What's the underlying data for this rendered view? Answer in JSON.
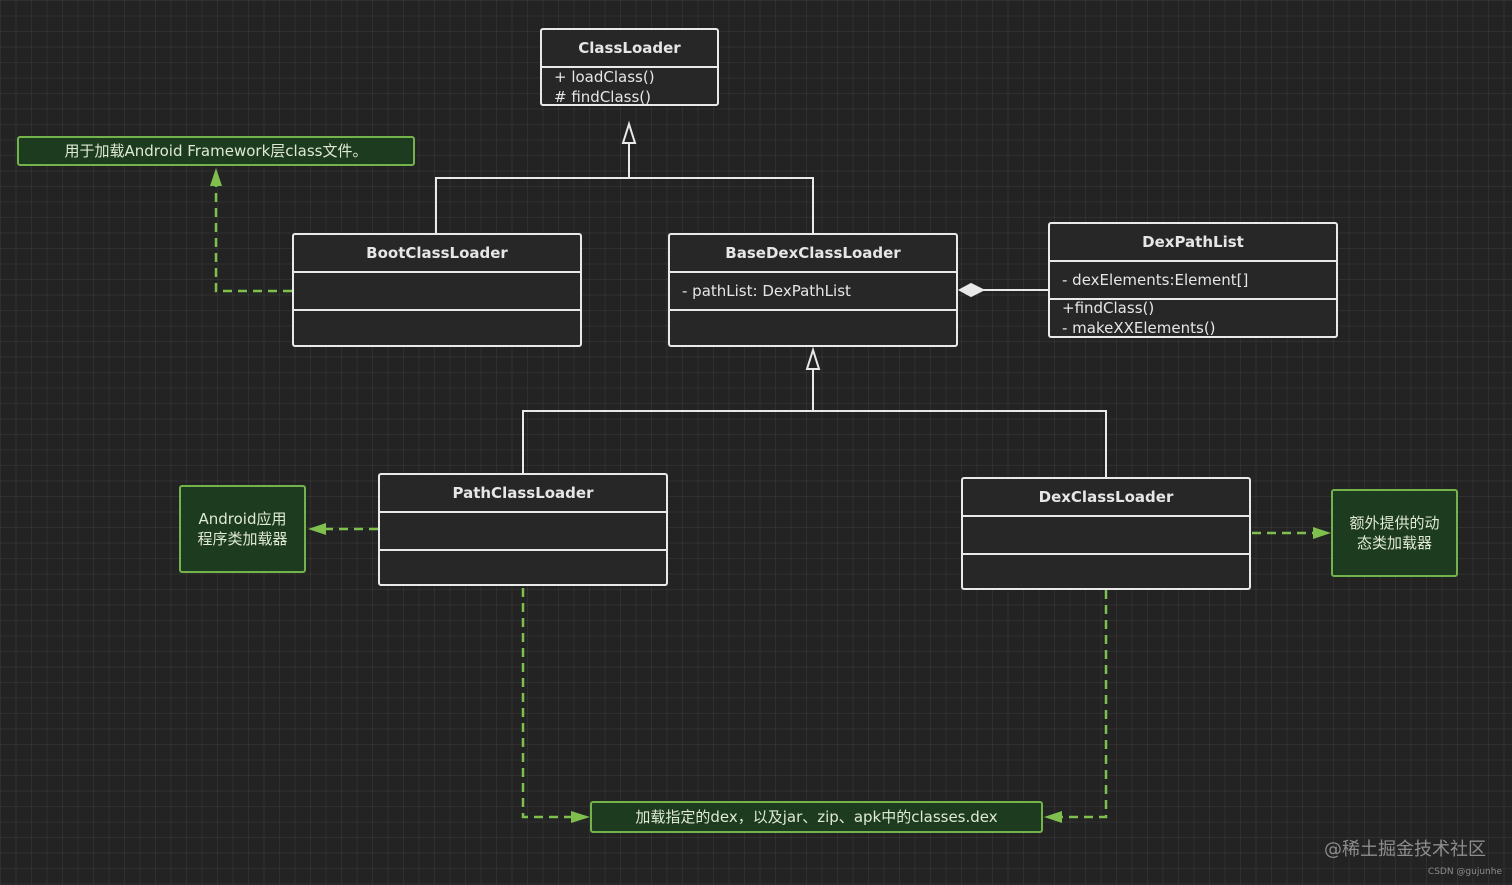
{
  "classes": {
    "classloader": {
      "name": "ClassLoader",
      "members": [
        "+ loadClass()",
        "# findClass()"
      ]
    },
    "bootclassloader": {
      "name": "BootClassLoader"
    },
    "basedexclassloader": {
      "name": "BaseDexClassLoader",
      "field": "- pathList:  DexPathList"
    },
    "dexpathlist": {
      "name": "DexPathList",
      "field": "- dexElements:Element[]",
      "methods": [
        "+findClass()",
        "- makeXXElements()"
      ]
    },
    "pathclassloader": {
      "name": "PathClassLoader"
    },
    "dexclassloader": {
      "name": "DexClassLoader"
    }
  },
  "notes": {
    "boot": "用于加载Android Framework层class文件。",
    "path": [
      "Android应用",
      "程序类加载器"
    ],
    "dex": [
      "额外提供的动",
      "态类加载器"
    ],
    "bottom": "加载指定的dex，以及jar、zip、apk中的classes.dex"
  },
  "watermark": {
    "site": "@稀土掘金技术社区",
    "author": "CSDN @gujunhe"
  },
  "colors": {
    "background": "#232323",
    "class_border": "#e9e9e9",
    "note_border": "#74b34c",
    "note_fill": "#1d3b1f",
    "dashed_arrow": "#7fbf4d"
  }
}
